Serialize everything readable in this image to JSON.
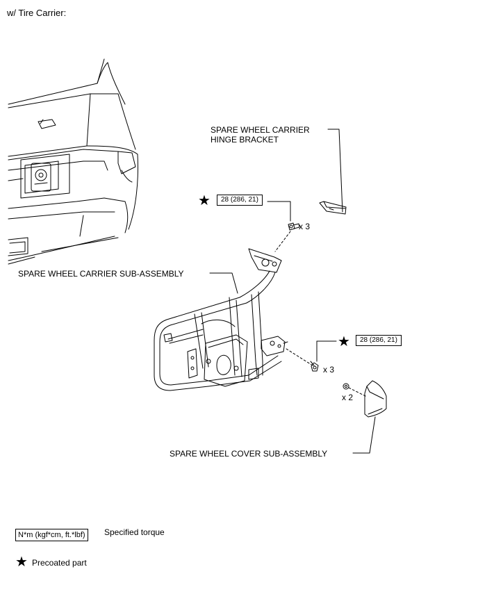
{
  "header": {
    "title": "w/ Tire Carrier:"
  },
  "callouts": {
    "hinge_bracket": "SPARE WHEEL CARRIER HINGE BRACKET",
    "carrier": "SPARE WHEEL CARRIER SUB-ASSEMBLY",
    "cover": "SPARE WHEEL COVER SUB-ASSEMBLY"
  },
  "hinge_bracket_lines": [
    "SPARE WHEEL CARRIER",
    "HINGE BRACKET"
  ],
  "torque_upper": "28 (286, 21)",
  "torque_lower": "28 (286, 21)",
  "qty_upper_bolt": "x 3",
  "qty_lower_bolt": "x 3",
  "qty_nut": "x 2",
  "legend": {
    "torque_unit": "N*m (kgf*cm, ft.*lbf)",
    "torque_desc": "Specified torque",
    "precoat_desc": "Precoated part"
  },
  "icons": {
    "precoated": "star-icon",
    "bolt": "bolt-icon",
    "nut": "nut-icon"
  }
}
